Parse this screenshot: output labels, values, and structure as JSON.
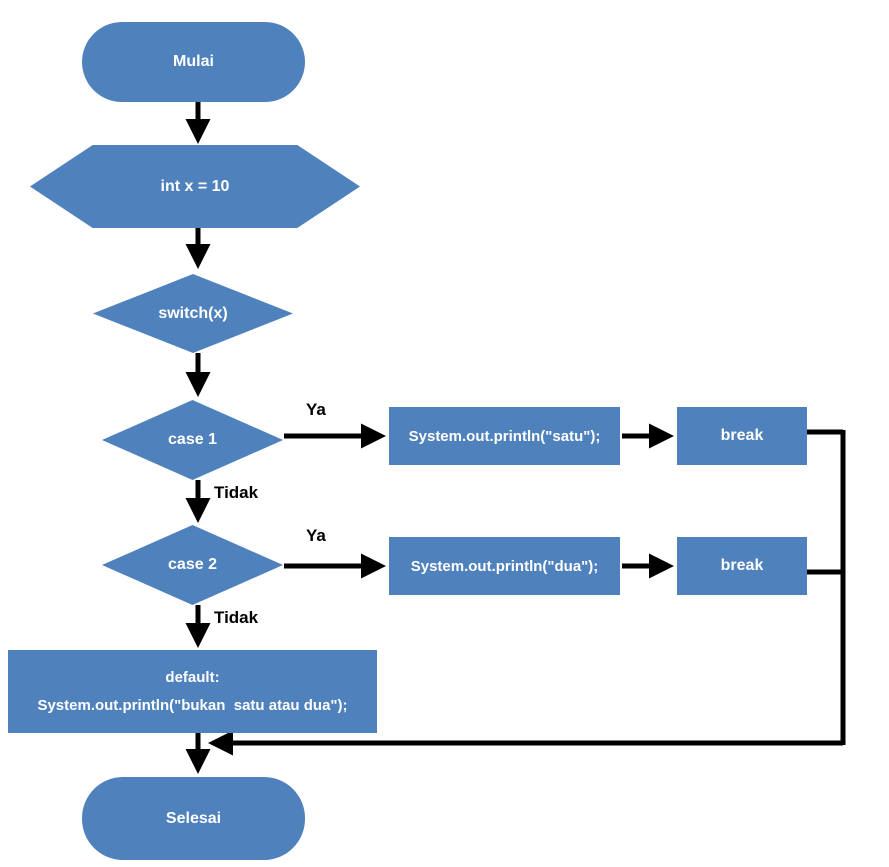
{
  "diagram": {
    "description": "Flowchart of a Java switch-case program (Indonesian labels)",
    "colors": {
      "shape_fill": "#4f81bd",
      "shape_text": "#ffffff",
      "connector": "#000000",
      "edge_label_text": "#000000",
      "background": "#ffffff"
    },
    "nodes": {
      "start": {
        "shape": "stadium",
        "label": "Mulai"
      },
      "declare": {
        "shape": "hexagon",
        "label": "int x = 10"
      },
      "switch": {
        "shape": "diamond",
        "label": "switch(x)"
      },
      "case1": {
        "shape": "diamond",
        "label": "case 1"
      },
      "print_satu": {
        "shape": "rectangle",
        "label": "System.out.println(\"satu\");"
      },
      "break1": {
        "shape": "rectangle",
        "label": "break"
      },
      "case2": {
        "shape": "diamond",
        "label": "case 2"
      },
      "print_dua": {
        "shape": "rectangle",
        "label": "System.out.println(\"dua\");"
      },
      "break2": {
        "shape": "rectangle",
        "label": "break"
      },
      "default": {
        "shape": "rectangle",
        "label_line1": "default:",
        "label_line2": "System.out.println(\"bukan  satu atau dua\");"
      },
      "end": {
        "shape": "stadium",
        "label": "Selesai"
      }
    },
    "edge_labels": {
      "case1_yes": "Ya",
      "case1_no": "Tidak",
      "case2_yes": "Ya",
      "case2_no": "Tidak"
    }
  }
}
